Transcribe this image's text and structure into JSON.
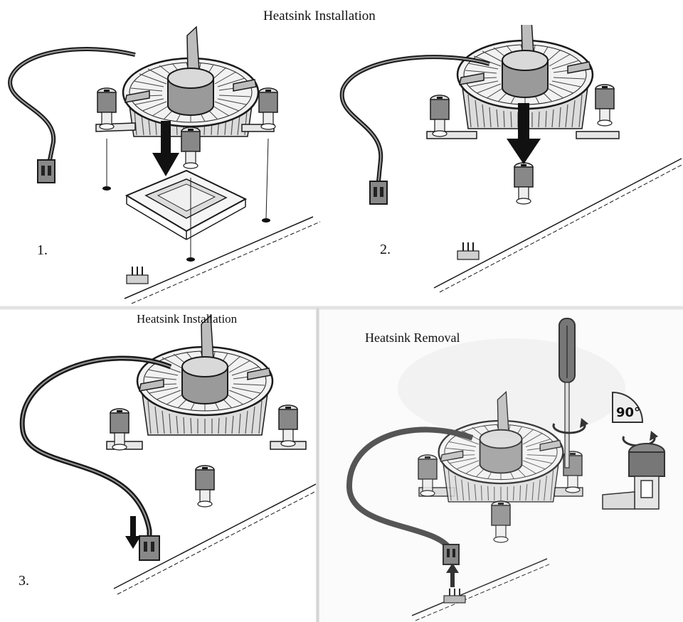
{
  "figure": {
    "top_title": "Heatsink Installation",
    "panels": [
      {
        "step": "1.",
        "title": ""
      },
      {
        "step": "2.",
        "title": ""
      },
      {
        "step": "3.",
        "title": "Heatsink Installation"
      },
      {
        "step": "",
        "title": "Heatsink Removal",
        "angle_label": "90°"
      }
    ]
  },
  "colors": {
    "line": "#1a1a1a",
    "fan_hub": "#c8c8c8",
    "fan_hub_dark": "#8a8a8a",
    "fin": "#9a9a9a",
    "pin_light": "#e8e8e8",
    "pin_dark": "#555555",
    "arrow": "#111111",
    "removal_tint": "#7a7a7a"
  }
}
